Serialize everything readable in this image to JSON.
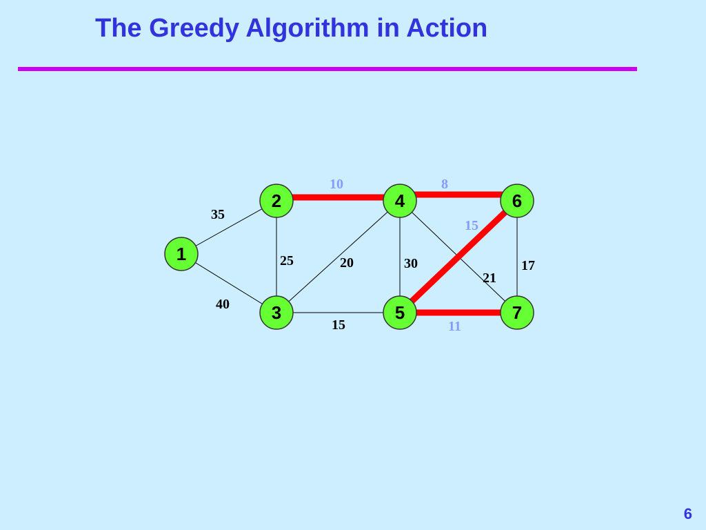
{
  "slide": {
    "title": "The Greedy Algorithm in Action",
    "page_number": "6"
  },
  "graph": {
    "nodes": [
      {
        "id": "1",
        "label": "1"
      },
      {
        "id": "2",
        "label": "2"
      },
      {
        "id": "3",
        "label": "3"
      },
      {
        "id": "4",
        "label": "4"
      },
      {
        "id": "5",
        "label": "5"
      },
      {
        "id": "6",
        "label": "6"
      },
      {
        "id": "7",
        "label": "7"
      }
    ],
    "edges": [
      {
        "from": "1",
        "to": "2",
        "weight": "35",
        "selected": false
      },
      {
        "from": "1",
        "to": "3",
        "weight": "40",
        "selected": false
      },
      {
        "from": "2",
        "to": "3",
        "weight": "25",
        "selected": false
      },
      {
        "from": "3",
        "to": "4",
        "weight": "20",
        "selected": false
      },
      {
        "from": "3",
        "to": "5",
        "weight": "15",
        "selected": false
      },
      {
        "from": "4",
        "to": "5",
        "weight": "30",
        "selected": false
      },
      {
        "from": "4",
        "to": "7",
        "weight": "21",
        "selected": false
      },
      {
        "from": "6",
        "to": "7",
        "weight": "17",
        "selected": false
      },
      {
        "from": "2",
        "to": "4",
        "weight": "10",
        "selected": true
      },
      {
        "from": "4",
        "to": "6",
        "weight": "8",
        "selected": true
      },
      {
        "from": "5",
        "to": "6",
        "weight": "15",
        "selected": true
      },
      {
        "from": "5",
        "to": "7",
        "weight": "11",
        "selected": true
      }
    ]
  },
  "colors": {
    "background": "#cceeff",
    "title": "#3333dd",
    "rule": "#cc00ee",
    "node_fill": "#66ff33",
    "selected_edge": "#ff0000",
    "selected_weight": "#8899ff"
  }
}
